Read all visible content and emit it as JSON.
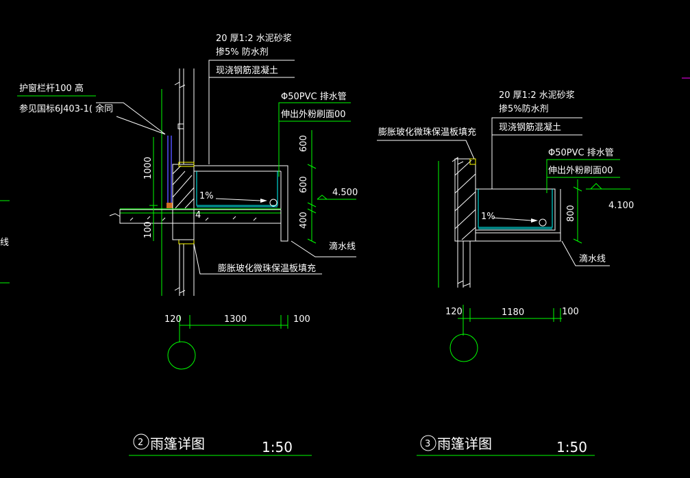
{
  "detail2": {
    "note_mortar_1": "20  厚1:2  水泥砂浆",
    "note_mortar_2": "掺5% 防水剂",
    "note_concrete": "现浇钢筋混凝土",
    "note_rail_1": "护窗栏杆100  高",
    "note_rail_2": "参见国标6J403-1(       余同",
    "note_pipe_1": "Φ50PVC    排水管",
    "note_pipe_2": "伸出外粉刷面00",
    "note_insul": "膨胀玻化微珠保温板填充",
    "note_drip": "滴水线",
    "slope": "1%",
    "elev": "4.500",
    "dim_1000": "1000",
    "dim_100_left": "100",
    "dim_600_top": "600",
    "dim_600_mid": "600",
    "dim_400": "400",
    "dim_120": "120",
    "dim_1300": "1300",
    "dim_100": "100",
    "title_num": "2",
    "title": "雨篷详图",
    "scale": "1:50"
  },
  "detail3": {
    "note_mortar_1": "20  厚1:2   水泥砂浆",
    "note_mortar_2": "掺5%防水剂",
    "note_concrete": "现浇钢筋混凝土",
    "note_insul": "膨胀玻化微珠保温板填充",
    "note_pipe_1": "Φ50PVC     排水管",
    "note_pipe_2": "伸出外粉刷面00",
    "note_drip": "滴水线",
    "slope": "1%",
    "elev": "4.100",
    "dim_800": "800",
    "dim_120": "120",
    "dim_1180": "1180",
    "dim_100": "100",
    "title_num": "3",
    "title": "雨篷详图",
    "scale": "1:50"
  },
  "left_edge": {
    "fragment": "线"
  },
  "colors": {
    "background": "#000000",
    "dimension": "#00ff00",
    "outline": "#ffffff",
    "membrane": "#00ffff",
    "railing": "#5050ff",
    "marker": "#ff00ff"
  }
}
